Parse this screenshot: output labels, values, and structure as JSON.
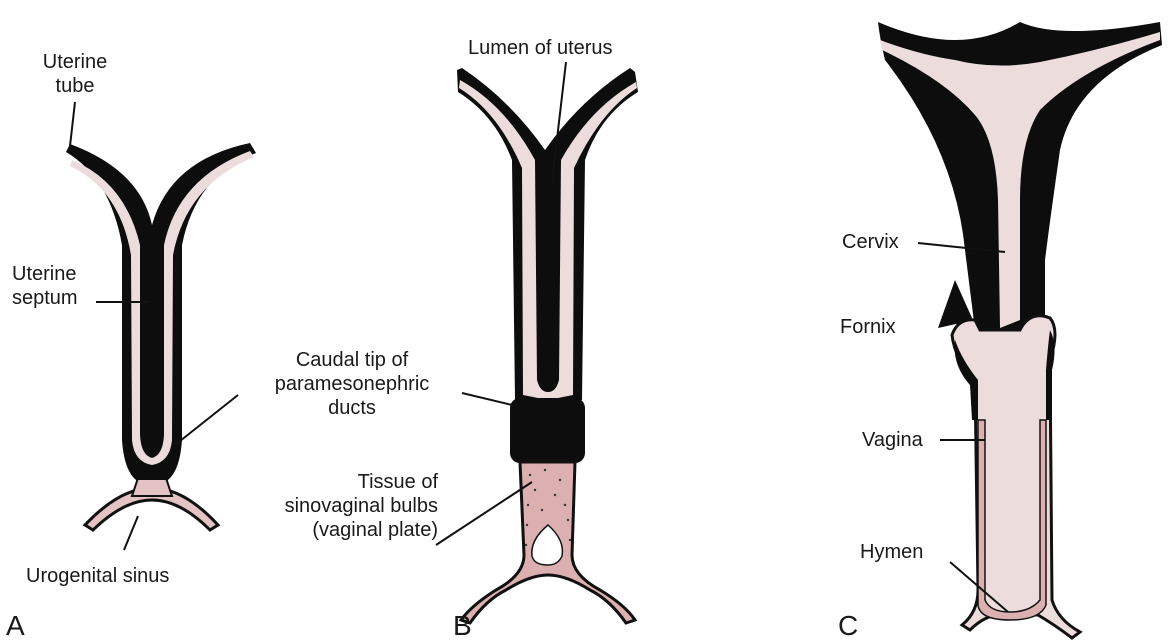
{
  "colors": {
    "tissue_dark": "#0d0d0d",
    "lumen_pink": "#ecdcdc",
    "sinus_pink": "#e3c3c3",
    "vaginal_plate": "#dcb0b0"
  },
  "panels": [
    {
      "letter": "A",
      "labels": {
        "uterine_tube": [
          "Uterine",
          "tube"
        ],
        "uterine_septum": [
          "Uterine",
          "septum"
        ],
        "urogenital_sinus": "Urogenital sinus"
      }
    },
    {
      "letter": "B",
      "labels": {
        "lumen_of_uterus": "Lumen of uterus",
        "caudal_tip": [
          "Caudal tip of",
          "paramesonephric",
          "ducts"
        ],
        "sinovaginal": [
          "Tissue of",
          "sinovaginal bulbs",
          "(vaginal plate)"
        ]
      }
    },
    {
      "letter": "C",
      "labels": {
        "cervix": "Cervix",
        "fornix": "Fornix",
        "vagina": "Vagina",
        "hymen": "Hymen"
      }
    }
  ]
}
